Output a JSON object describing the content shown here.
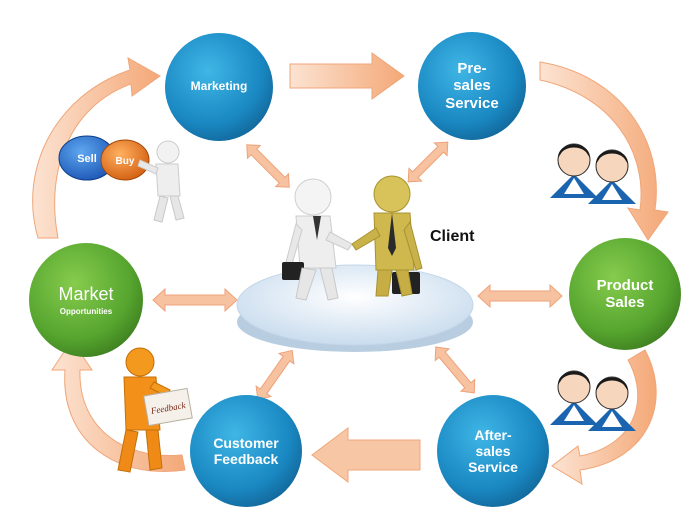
{
  "center": {
    "label": "Client"
  },
  "nodes": {
    "marketing": {
      "lines": [
        "Marketing"
      ]
    },
    "presales": {
      "lines": [
        "Pre-",
        "sales",
        "Service"
      ]
    },
    "product_sales": {
      "lines": [
        "Product",
        "Sales"
      ]
    },
    "aftersales": {
      "lines": [
        "After-",
        "sales",
        "Service"
      ]
    },
    "customer_feedback": {
      "lines": [
        "Customer",
        "Feedback"
      ]
    },
    "market": {
      "title": "Market",
      "subtitle": "Opportunities"
    }
  },
  "decor": {
    "sell_button": "Sell",
    "buy_button": "Buy",
    "feedback_sign": "Feedback"
  },
  "colors": {
    "blue_node": "#1f8fc6",
    "green_node": "#5aa832",
    "big_arrow": "#f6b98e",
    "double_arrow": "#f7c2a0",
    "platform": "#dfeaf4"
  }
}
